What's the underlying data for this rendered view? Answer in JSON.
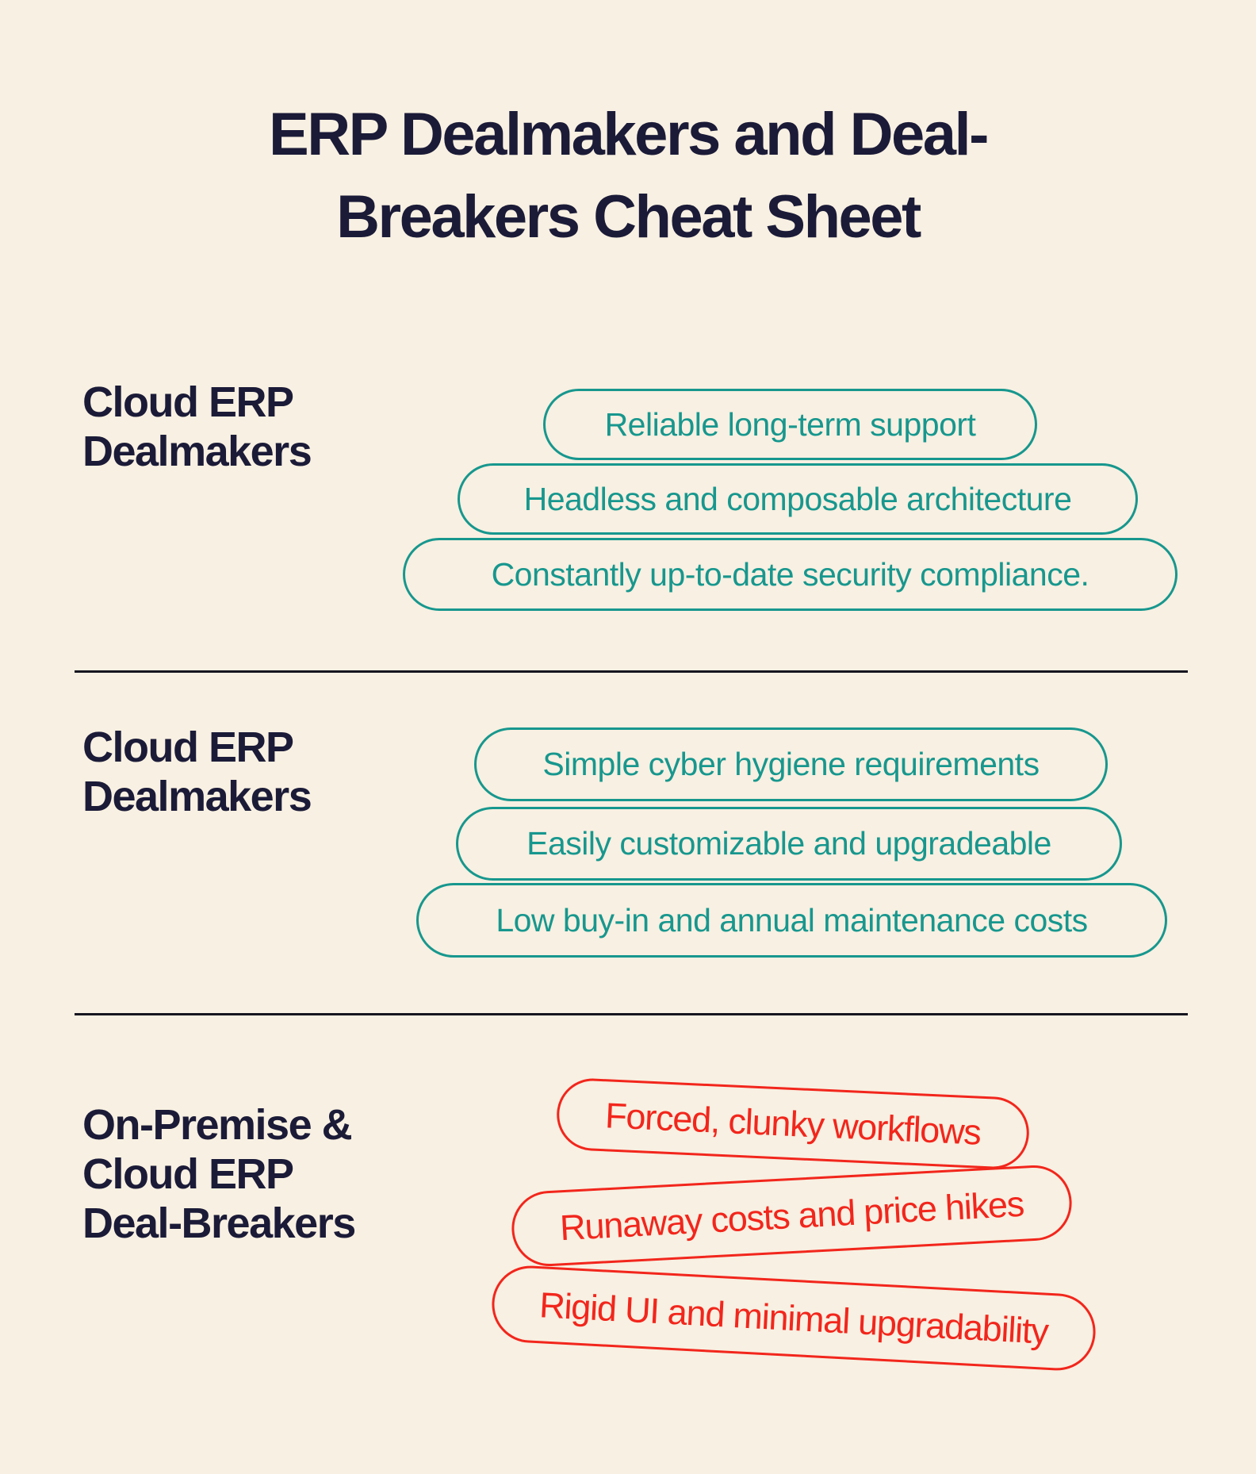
{
  "page": {
    "background": "#f8f0e2",
    "title_line1": "ERP Dealmakers and Deal-",
    "title_line2": "Breakers Cheat Sheet"
  },
  "colors": {
    "navy": "#1b1b38",
    "teal": "#17978e",
    "red": "#f2261c",
    "divider": "#15151f",
    "bg": "#f8f0e2"
  },
  "sections": [
    {
      "label_lines": [
        "Cloud ERP",
        "Dealmakers"
      ],
      "pill_style": "teal",
      "pills": [
        "Reliable long-term support",
        "Headless and composable architecture",
        "Constantly up-to-date security compliance."
      ]
    },
    {
      "label_lines": [
        "Cloud ERP",
        "Dealmakers"
      ],
      "pill_style": "teal",
      "pills": [
        "Simple cyber hygiene requirements",
        "Easily customizable and upgradeable",
        "Low buy-in and annual maintenance costs"
      ]
    },
    {
      "label_lines": [
        "On-Premise &",
        "Cloud ERP",
        "Deal-Breakers"
      ],
      "pill_style": "red",
      "pills": [
        "Forced, clunky workflows",
        "Runaway costs and price hikes",
        "Rigid UI and minimal upgradability"
      ]
    }
  ]
}
